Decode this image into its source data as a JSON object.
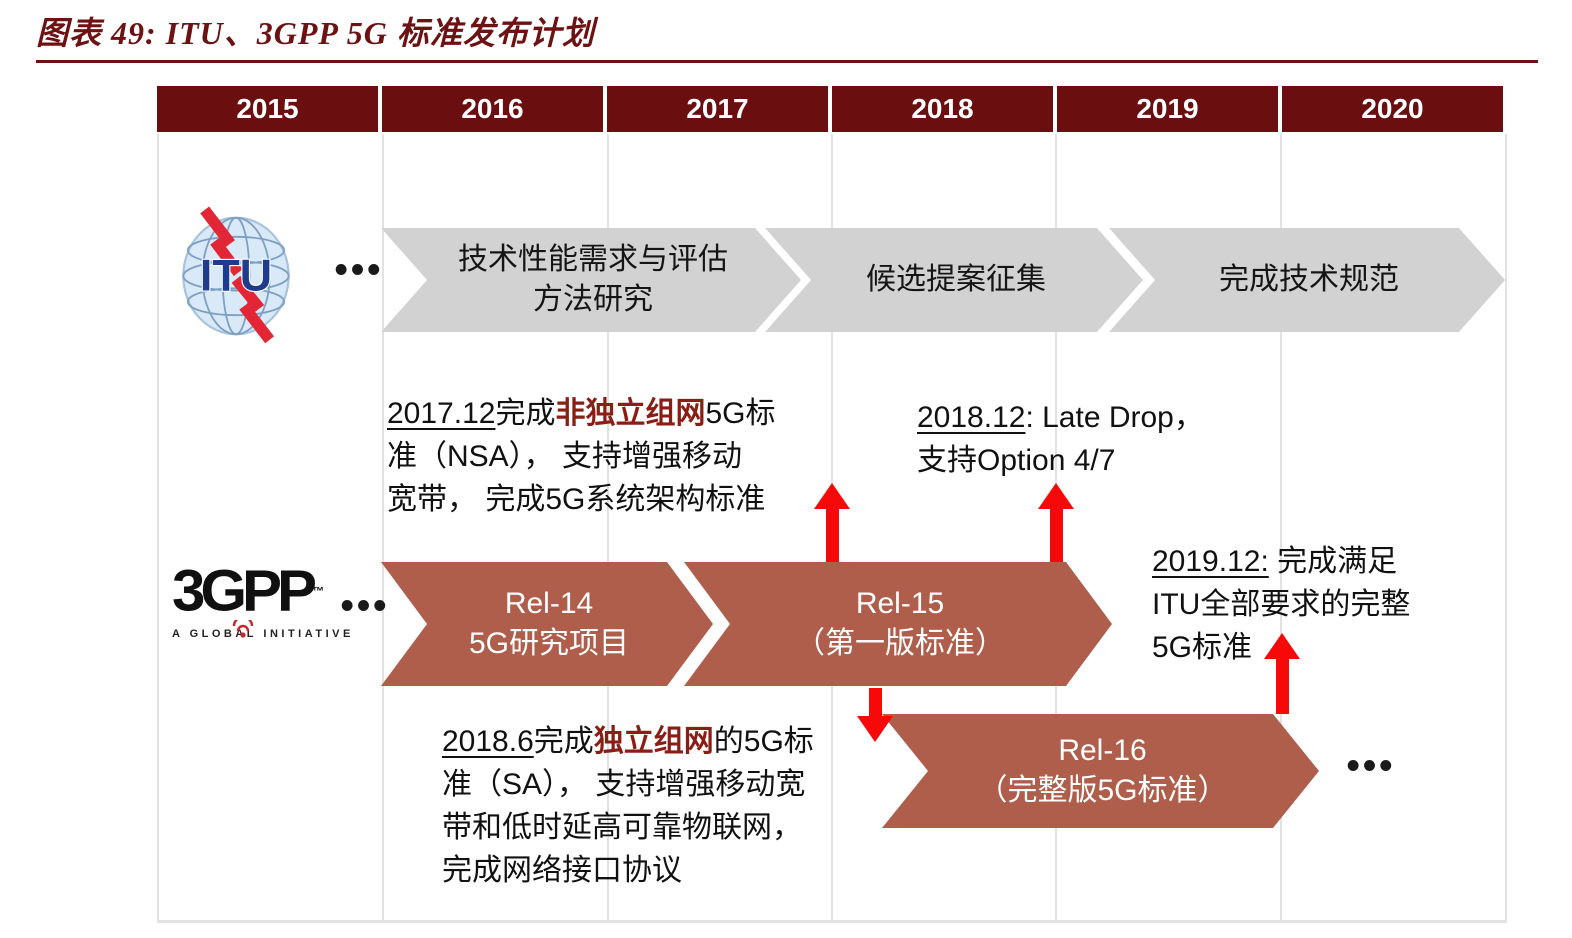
{
  "title": "图表 49: ITU、3GPP 5G 标准发布计划",
  "colors": {
    "maroon_header": "#6a0e10",
    "title_maroon": "#6e1112",
    "brick_arrow": "#b05e4c",
    "gray_arrow": "#d2d2d2",
    "red_arrow": "#f70909",
    "highlight_red": "#8a1e14",
    "gridline": "#e2e2e2"
  },
  "timeline": {
    "years": [
      "2015",
      "2016",
      "2017",
      "2018",
      "2019",
      "2020"
    ]
  },
  "itu": {
    "logo_text": "ITU",
    "dots": "•••",
    "phases": [
      {
        "line1": "技术性能需求与评估",
        "line2": "方法研究"
      },
      {
        "line1": "候选提案征集",
        "line2": ""
      },
      {
        "line1": "完成技术规范",
        "line2": ""
      }
    ]
  },
  "gpp": {
    "logo_text": "3GPP",
    "logo_tm": "™",
    "logo_caption": "A GLOBAL INITIATIVE",
    "dots": "•••",
    "trailing_dots": "•••",
    "releases": [
      {
        "line1": "Rel-14",
        "line2": "5G研究项目"
      },
      {
        "line1": "Rel-15",
        "line2": "（第一版标准）"
      },
      {
        "line1": "Rel-16",
        "line2": "（完整版5G标准）"
      }
    ]
  },
  "annotations": {
    "nsa": {
      "line1_date": "2017.12",
      "line1_pre": "完成",
      "line1_em": "非独立组网",
      "line1_rest": "5G标",
      "line2": "准（NSA）， 支持增强移动",
      "line3": "宽带， 完成5G系统架构标准"
    },
    "late_drop": {
      "line1_date": "2018.12",
      "line1_rest": ": Late Drop，",
      "line2": "支持Option 4/7"
    },
    "itu_full": {
      "line1_date": "2019.12:",
      "line1_rest": " 完成满足",
      "line2": "ITU全部要求的完整",
      "line3": "5G标准"
    },
    "sa": {
      "line1_date": "2018.6",
      "line1_pre": "完成",
      "line1_em": "独立组网",
      "line1_rest": "的5G标",
      "line2": "准（SA）， 支持增强移动宽",
      "line3": "带和低时延高可靠物联网，",
      "line4": "完成网络接口协议"
    }
  }
}
